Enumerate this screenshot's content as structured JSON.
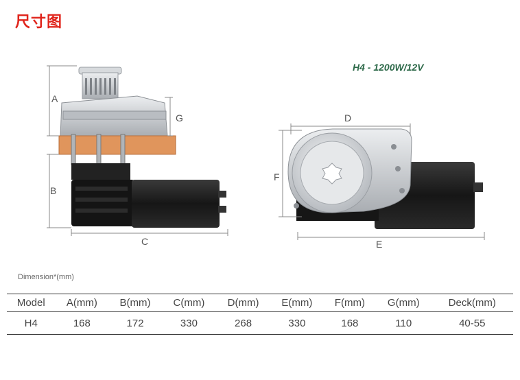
{
  "header": {
    "title": "尺寸图"
  },
  "drawing": {
    "model_caption": "H4 - 1200W/12V",
    "labels": {
      "a": "A",
      "b": "B",
      "c": "C",
      "d": "D",
      "e": "E",
      "f": "F",
      "g": "G"
    }
  },
  "table": {
    "caption": "Dimension*(mm)",
    "headers": [
      "Model",
      "A(mm)",
      "B(mm)",
      "C(mm)",
      "D(mm)",
      "E(mm)",
      "F(mm)",
      "G(mm)",
      "Deck(mm)"
    ],
    "rows": [
      [
        "H4",
        "168",
        "172",
        "330",
        "268",
        "330",
        "168",
        "110",
        "40-55"
      ]
    ]
  },
  "colors": {
    "title": "#e0241b",
    "caption": "#2e6a4a",
    "deck": "#e0955c",
    "motor": "#1c1c1c",
    "housing": "#c9ccd0"
  }
}
